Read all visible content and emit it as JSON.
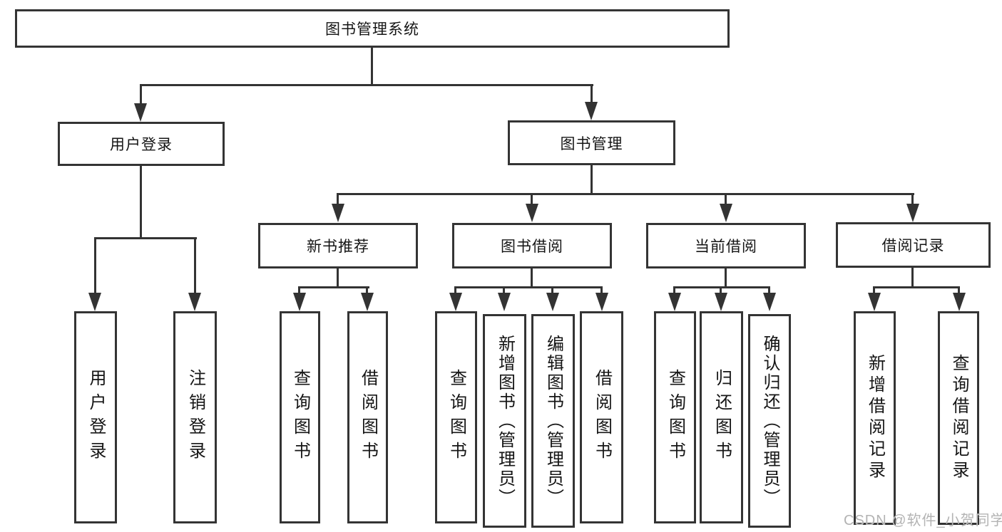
{
  "nodes": {
    "root": "图书管理系统",
    "user_login": "用户登录",
    "book_mgmt": "图书管理",
    "new_book": "新书推荐",
    "book_borrow": "图书借阅",
    "current_borrow": "当前借阅",
    "borrow_record": "借阅记录",
    "leaf_user_login": "用户登录",
    "leaf_logout": "注销登录",
    "leaf_nb_query": "查询图书",
    "leaf_nb_borrow": "借阅图书",
    "leaf_bb_query": "查询图书",
    "leaf_bb_add": "新增图书（管理员）",
    "leaf_bb_edit": "编辑图书（管理员）",
    "leaf_bb_borrow": "借阅图书",
    "leaf_cb_query": "查询图书",
    "leaf_cb_return": "归还图书",
    "leaf_cb_confirm": "确认归还（管理员）",
    "leaf_br_add": "新增借阅记录",
    "leaf_br_query": "查询借阅记录"
  },
  "watermark": "CSDN @软件_小贺同学",
  "colors": {
    "line": "#333333",
    "box_border": "#343434",
    "text": "#151515",
    "watermark": "#b3b3b3",
    "background": "#ffffff"
  }
}
